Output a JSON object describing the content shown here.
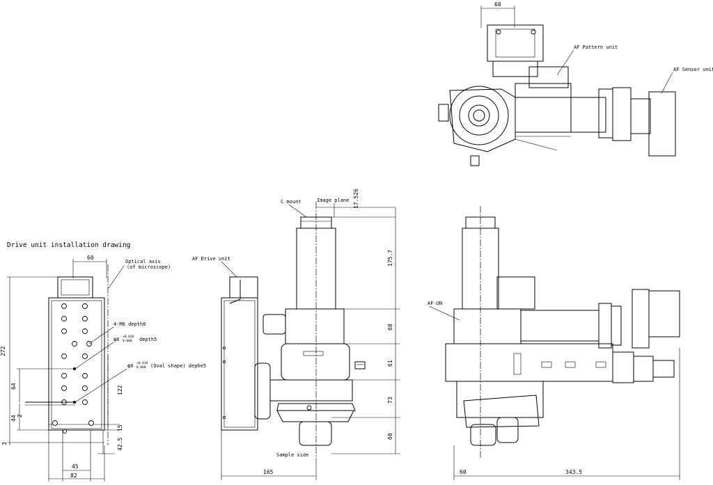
{
  "drawing": {
    "title": "Drive unit installation drawing",
    "labels": {
      "optical_axis": "Optical axis",
      "of_microscope": "(of microscope)",
      "m6": "4-M6 depth8",
      "hole_phi": "ϕ6",
      "hole_tol_top": "+0.018",
      "hole_tol_bot": "0.000",
      "hole_depth": "depth5",
      "oval_phi": "ϕ6",
      "oval_text": "(Oval shape)  dephe5",
      "af_drive_unit": "AF Drive unit",
      "c_mount": "C mount",
      "image_plane": "Image plane",
      "sample_side": "Sample side",
      "af_un": "AF-UN",
      "af_pattern_unit": "AF Pattern unit",
      "af_sensor_unit": "AF Sensor unit"
    },
    "dimensions": {
      "plate_width": "60",
      "plate_height": "272",
      "d64": "64",
      "d44": "44",
      "d2": "2",
      "d3": "3",
      "d122": "122",
      "d15": "15",
      "d42_5": "42.5",
      "d45": "45",
      "d82": "82",
      "d17_526": "17.526",
      "d175_7": "175.7",
      "d68": "68",
      "d61": "61",
      "d73": "73",
      "d60v": "60",
      "d165": "165",
      "d60h": "60",
      "d343_5": "343.5",
      "top_60": "60"
    }
  }
}
